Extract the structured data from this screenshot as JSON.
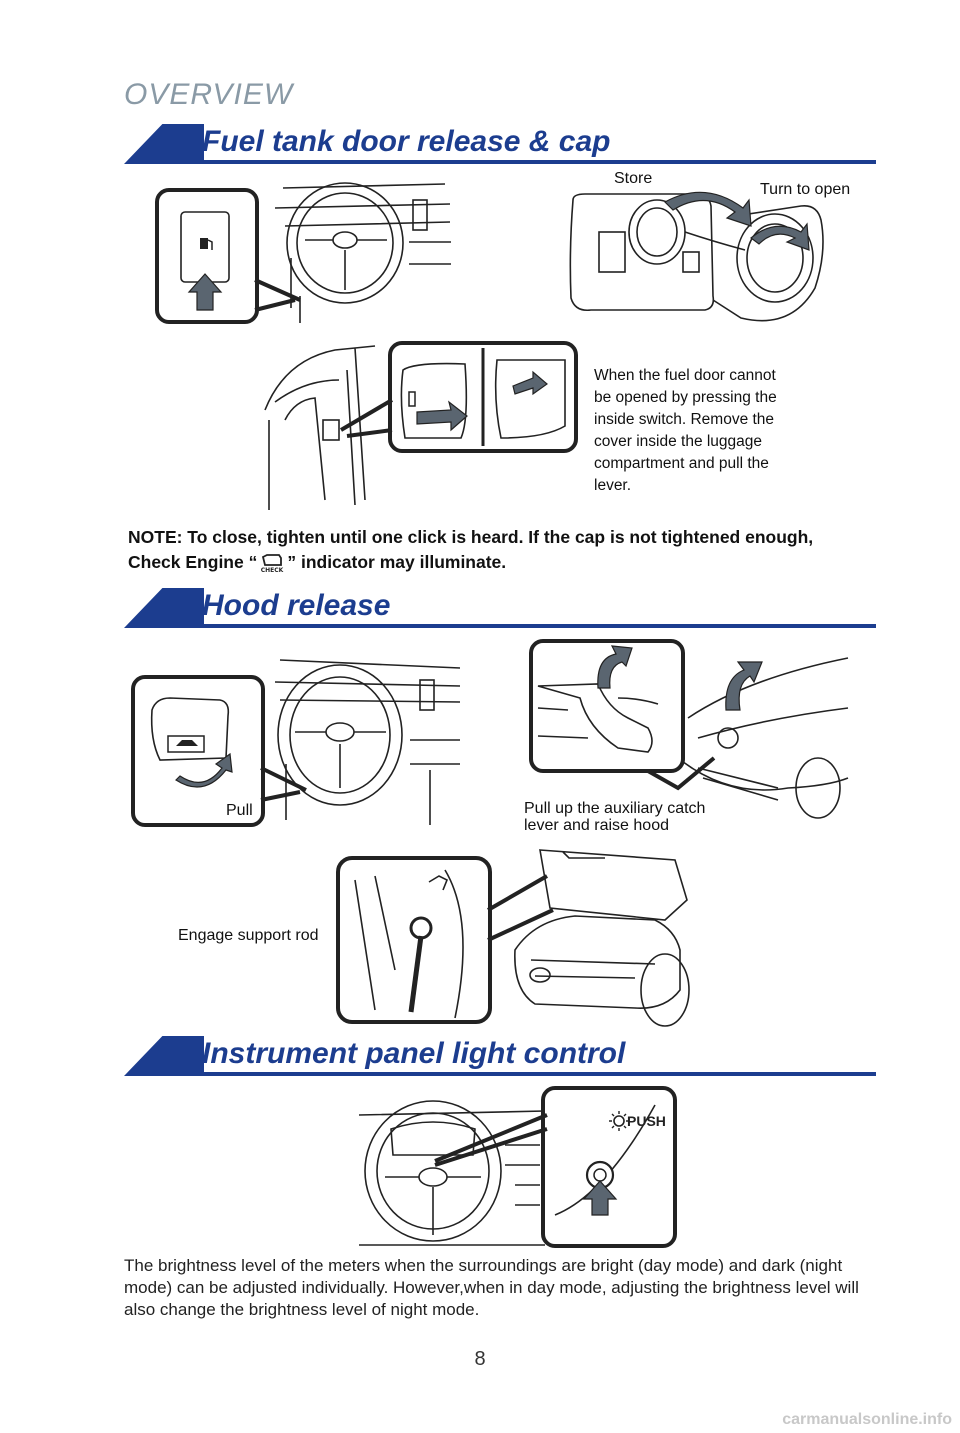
{
  "header": {
    "overview": "OVERVIEW"
  },
  "sections": {
    "fuel": {
      "title": "Fuel tank door release & cap",
      "store_label": "Store",
      "turn_label": "Turn to open",
      "emergency_note": "When the fuel door cannot be opened by pressing the inside switch. Remove the cover inside the luggage compartment and pull the lever.",
      "note_before": "NOTE: To close, tighten until one click is heard. If the cap is not tightened enough, Check Engine “",
      "note_after": "” indicator may illuminate."
    },
    "hood": {
      "title": "Hood release",
      "pull_label": "Pull",
      "catch_label": "Pull up the auxiliary catch lever and raise hood",
      "support_label": "Engage support rod"
    },
    "instrument": {
      "title": "Instrument panel light control",
      "push_label": "PUSH",
      "description": "The brightness level of the meters when the surroundings are bright (day mode) and dark (night mode) can be adjusted individually. However,when in day mode, adjusting the brightness level will also change the brightness level of night mode."
    }
  },
  "footer": {
    "page_number": "8",
    "watermark": "carmanualsonline.info"
  },
  "colors": {
    "accent": "#1c3d8f",
    "overview": "#8a9aa6",
    "arrow_fill": "#5a6570"
  },
  "icons": [
    "fuel-pump-icon",
    "up-arrow-icon",
    "hood-open-icon",
    "check-engine-icon",
    "brightness-icon",
    "push-button-icon"
  ]
}
